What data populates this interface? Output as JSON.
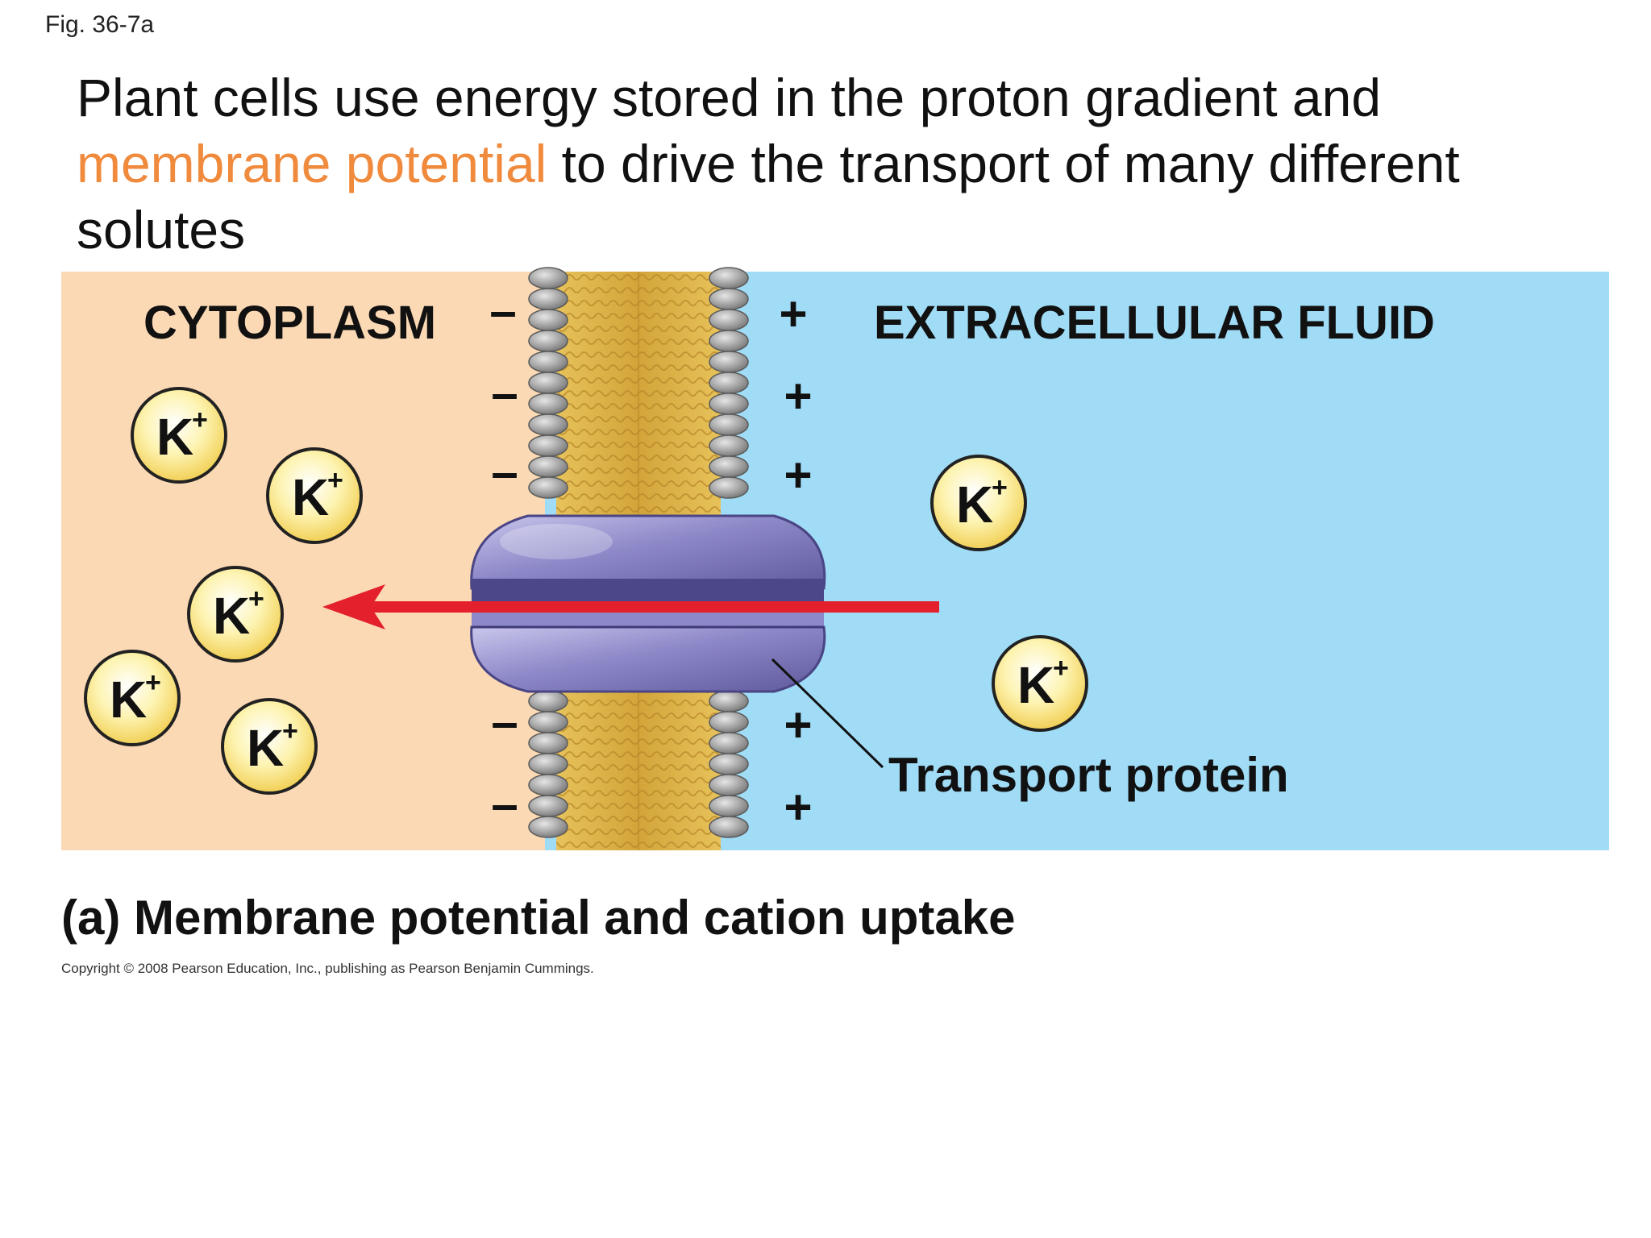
{
  "figure": {
    "label": "Fig. 36-7a",
    "caption": "(a) Membrane potential and cation uptake",
    "copyright": "Copyright © 2008 Pearson Education, Inc., publishing as Pearson Benjamin Cummings."
  },
  "slide": {
    "title_line1": "Plant cells use energy stored in the proton gradient and",
    "title_highlight": "membrane potential",
    "title_line2_rest": " to drive the transport of many different",
    "title_line3": "solutes",
    "highlight_color": "#f08a3c"
  },
  "diagram": {
    "cytoplasm_label": "CYTOPLASM",
    "extracellular_label": "EXTRACELLULAR FLUID",
    "protein_label": "Transport protein",
    "ion_label": "K",
    "ion_charge": "+",
    "negative_sign": "–",
    "positive_sign": "+",
    "ions_in_cytoplasm": 5,
    "ions_in_extracellular": 2,
    "colors": {
      "cytoplasm": "#fbd9b4",
      "extracellular": "#a0dcf6",
      "arrow": "#e3202b",
      "protein": "#8b86c4",
      "lipid_tails": "#d9ae3c",
      "lipid_heads": "#9a9a9a"
    }
  }
}
